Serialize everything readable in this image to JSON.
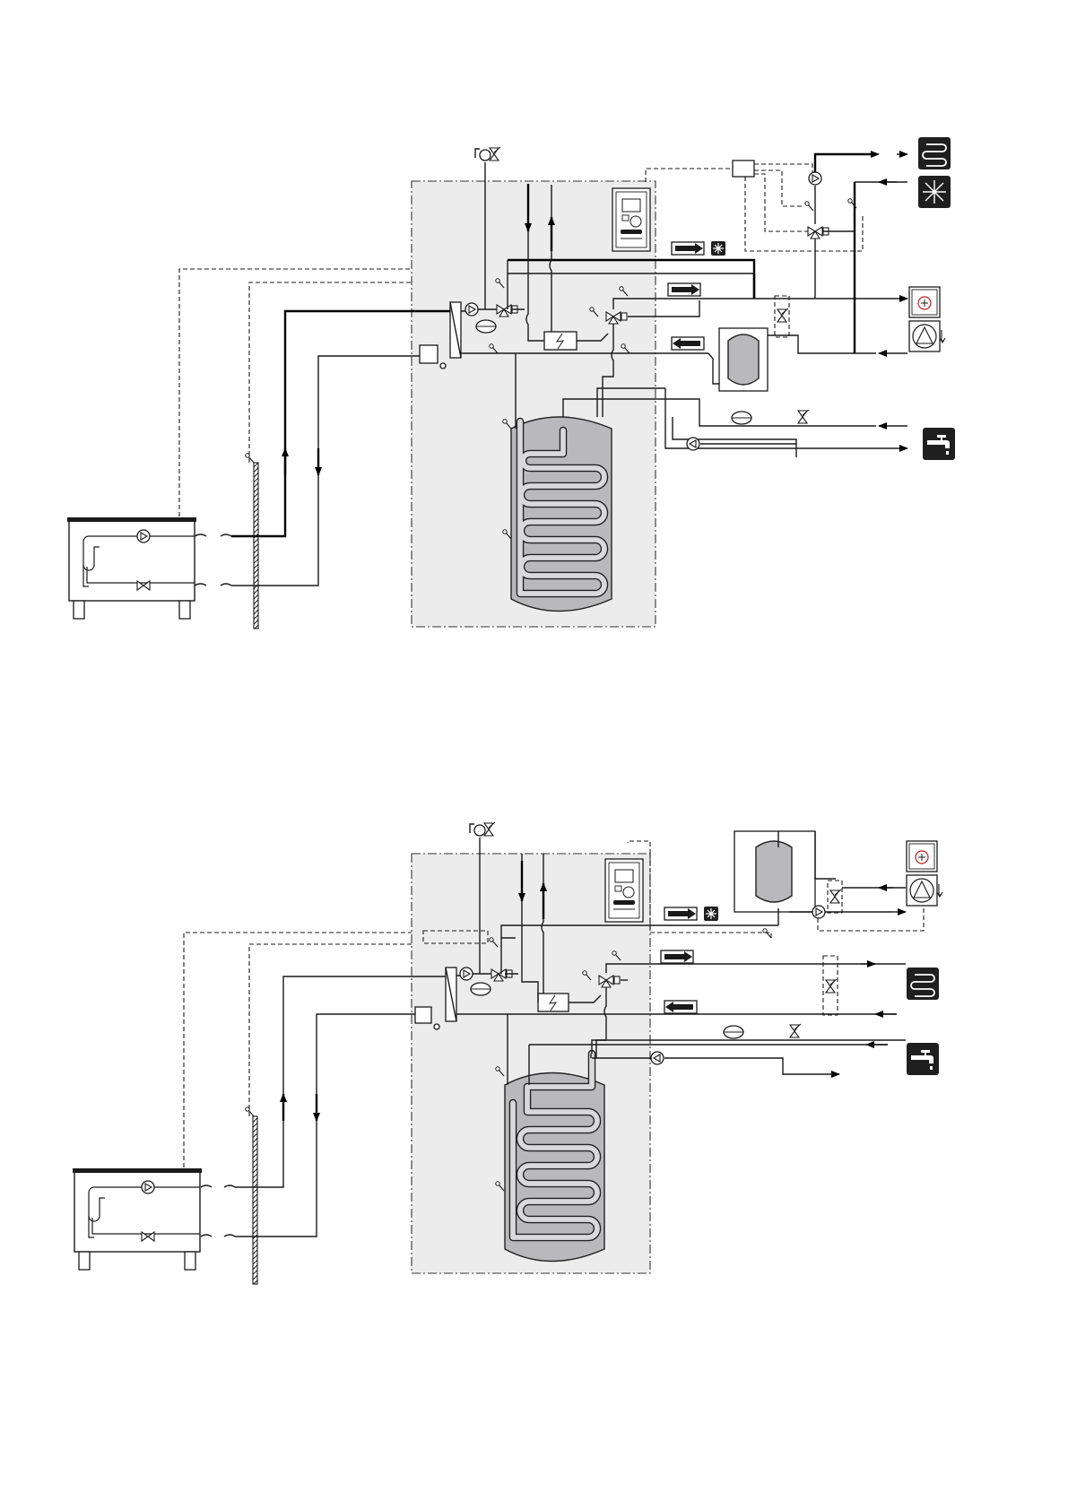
{
  "diagrams": [
    {
      "id": "diagram-top",
      "connections": [
        "underfloor-heating",
        "cooling",
        "pool-heat-pump",
        "hot-water-tap"
      ]
    },
    {
      "id": "diagram-bottom",
      "connections": [
        "pool-heat-pump",
        "underfloor-heating",
        "hot-water-tap"
      ]
    }
  ],
  "icons": [
    "underfloor-heating-icon",
    "cooling-snowflake-icon",
    "pool-heat-pump-icon",
    "tap-water-icon",
    "control-unit-icon",
    "expansion-vessel-icon",
    "circulation-pump-icon",
    "three-way-valve-icon",
    "outdoor-unit-icon",
    "wall-icon"
  ],
  "colors": {
    "enclosure": "#ececec",
    "tank": "#b9b9bb",
    "icon_fill": "#1f1f1f",
    "line": "#1a1a1a"
  }
}
